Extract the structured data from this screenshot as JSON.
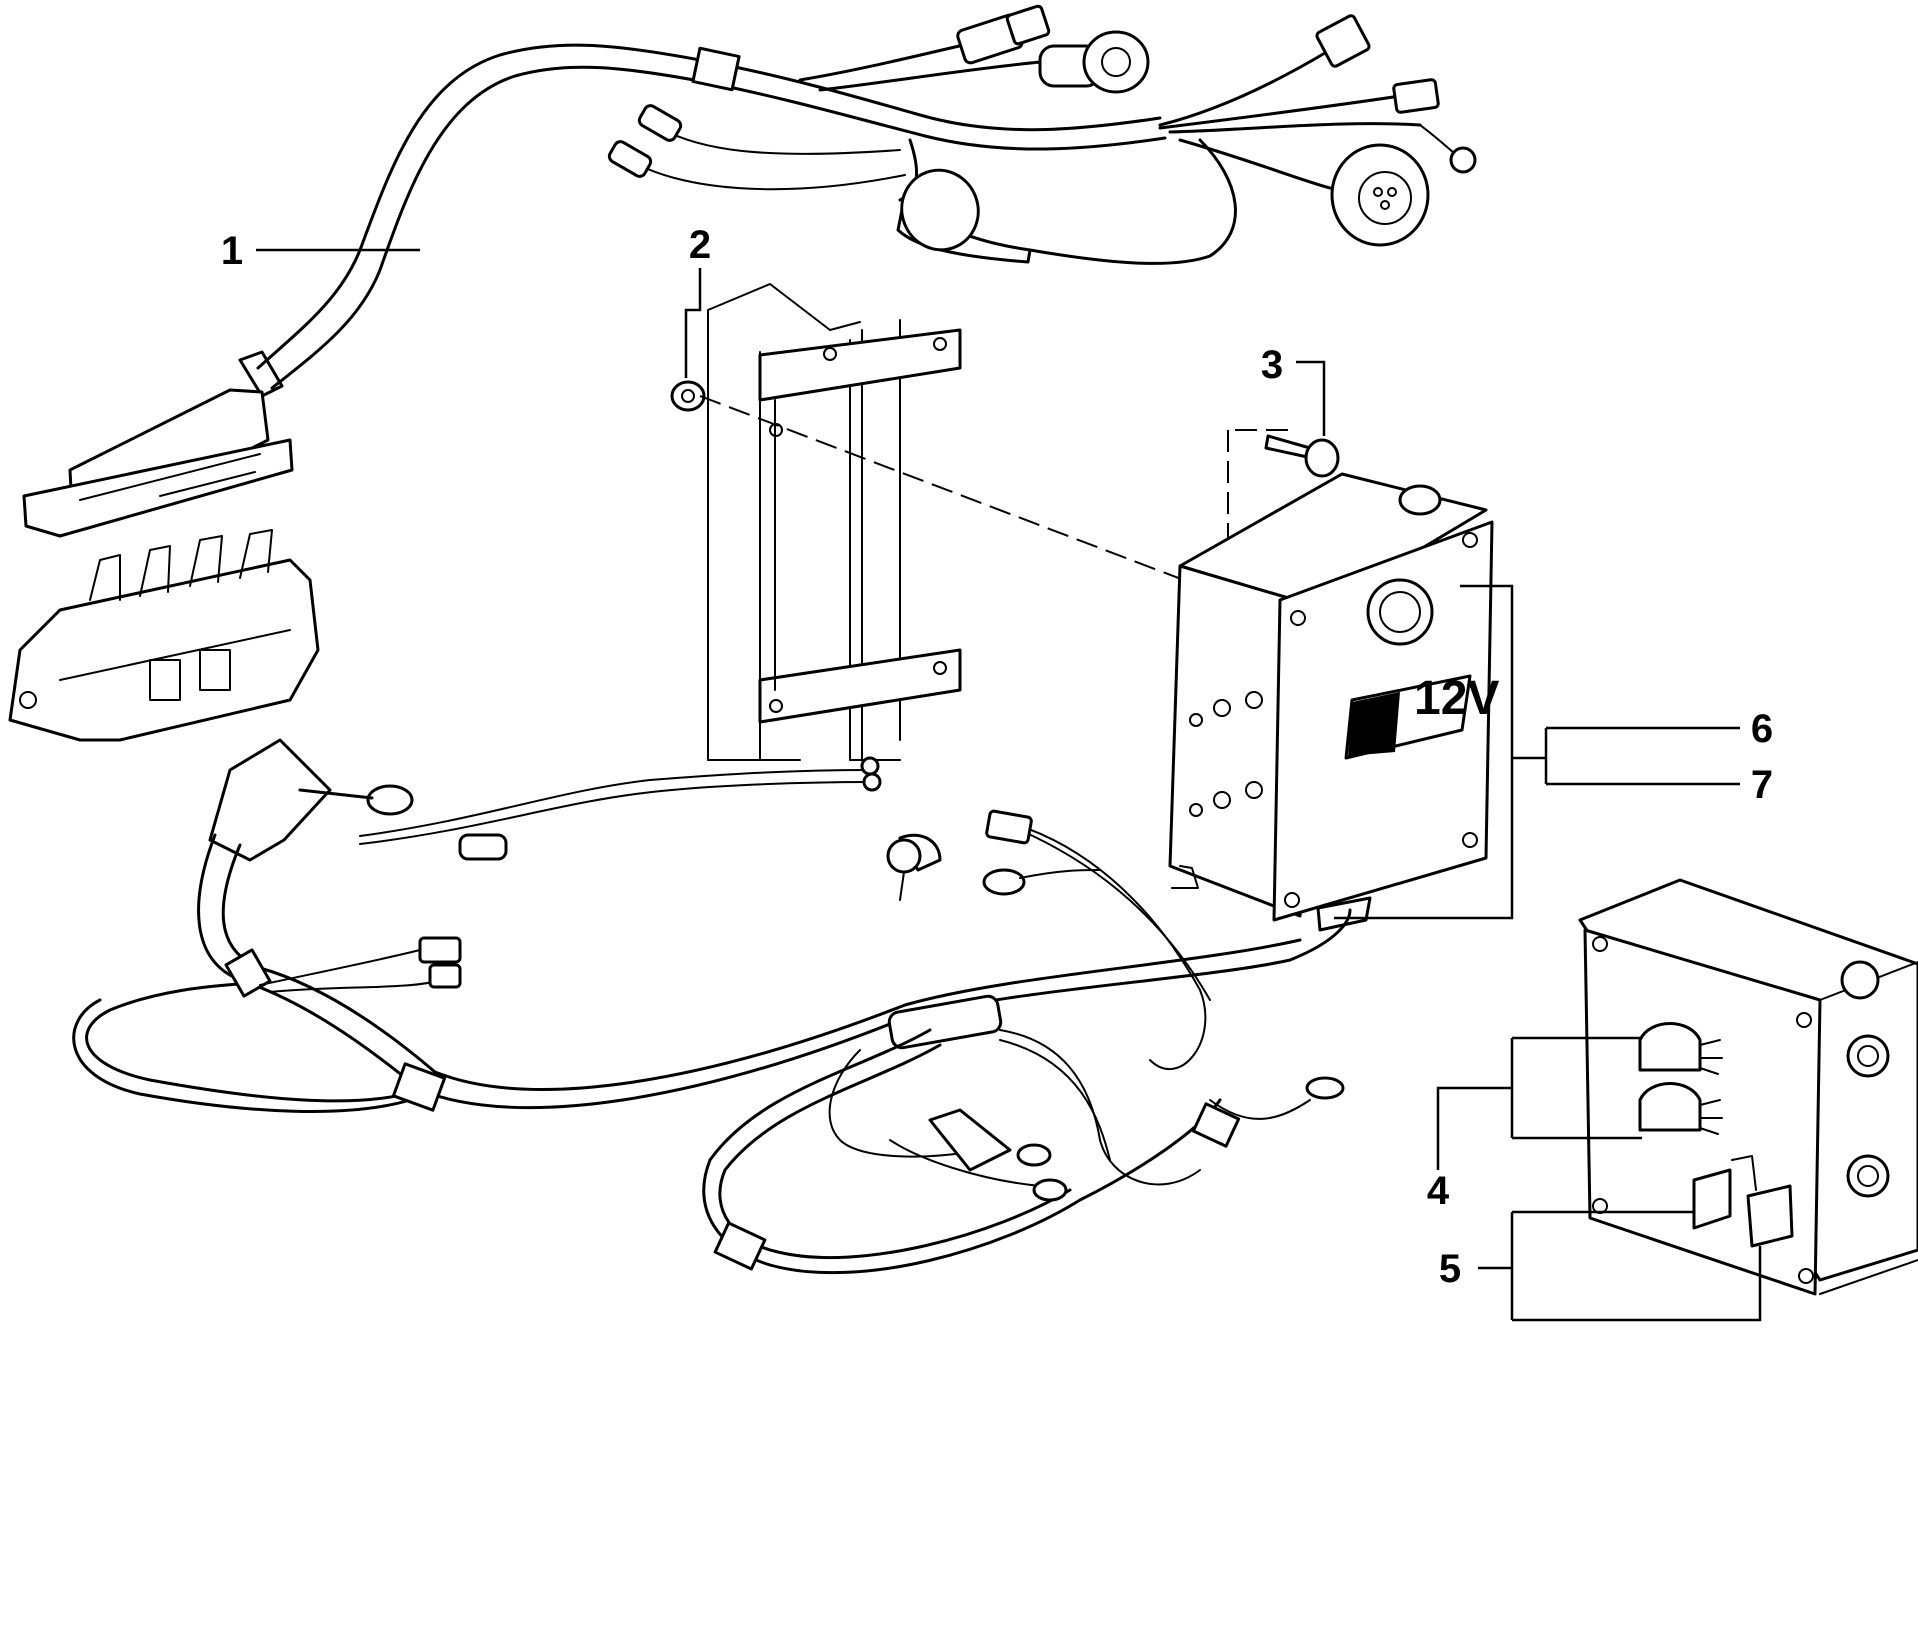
{
  "callouts": [
    {
      "id": "1",
      "label": "1"
    },
    {
      "id": "2",
      "label": "2"
    },
    {
      "id": "3",
      "label": "3"
    },
    {
      "id": "4",
      "label": "4"
    },
    {
      "id": "5",
      "label": "5"
    },
    {
      "id": "6",
      "label": "6"
    },
    {
      "id": "7",
      "label": "7"
    }
  ],
  "module_badge": "12V",
  "parts": [
    "main-wiring-harness",
    "nut",
    "bolt",
    "relay",
    "fuse-holder",
    "control-unit",
    "control-unit-alt"
  ]
}
